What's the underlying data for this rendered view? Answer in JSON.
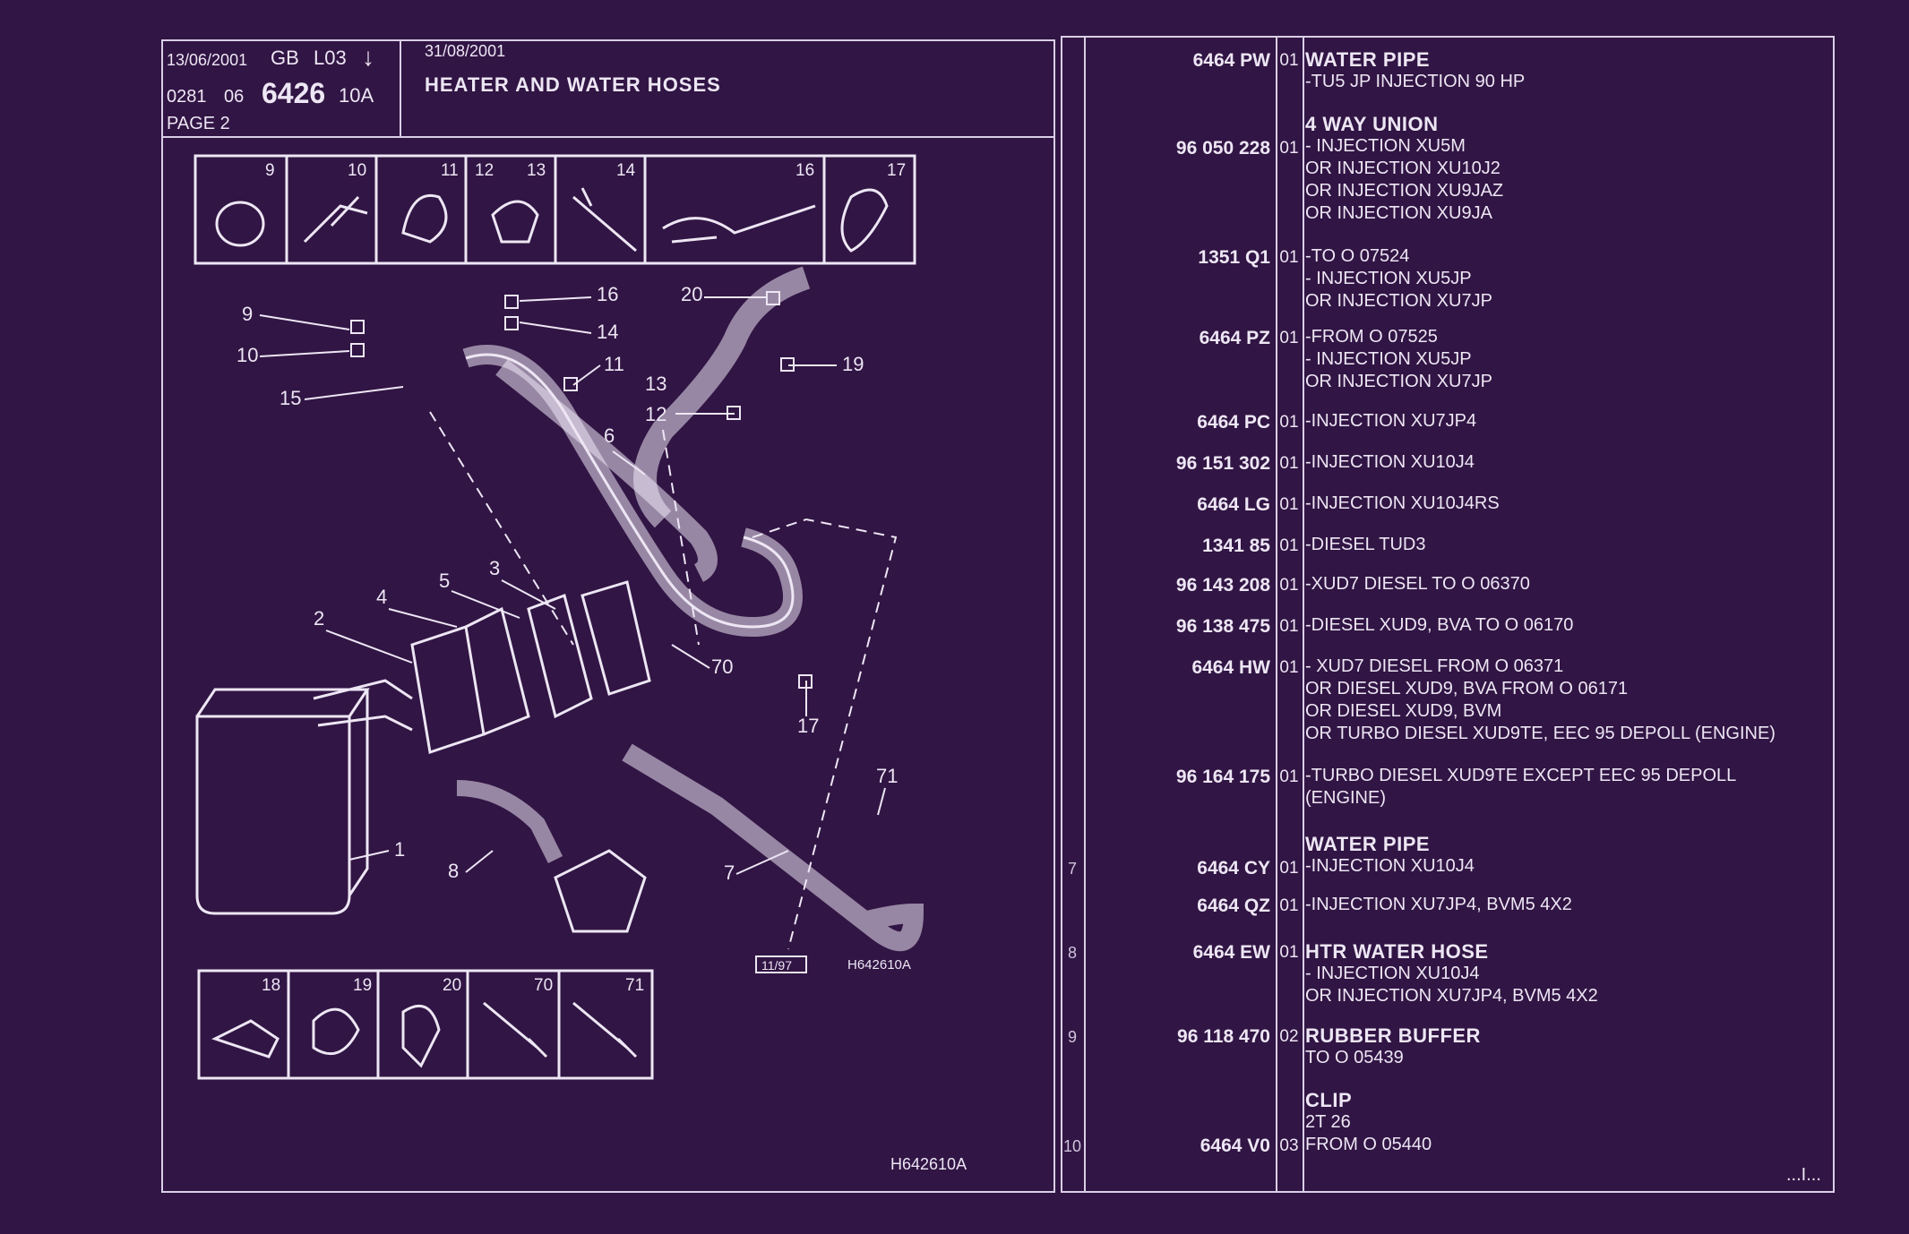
{
  "header": {
    "date1": "13/06/2001",
    "lang": "GB",
    "level": "L03",
    "arrow": "↓",
    "code1": "0281",
    "code2": "06",
    "group": "6426",
    "rev": "10A",
    "page": "PAGE  2",
    "date2": "31/08/2001",
    "title": "HEATER AND WATER HOSES"
  },
  "diagram": {
    "ref_code": "H642610A",
    "ref_code_bottom": "H642610A",
    "date_box": "11/97",
    "callouts": [
      "1",
      "2",
      "3",
      "4",
      "5",
      "6",
      "7",
      "8",
      "9",
      "10",
      "11",
      "12",
      "13",
      "14",
      "15",
      "16",
      "17",
      "18",
      "19",
      "20",
      "70",
      "71"
    ]
  },
  "parts": [
    {
      "ref": "",
      "part_no": "6464 PW",
      "qty": "01",
      "lines": [
        {
          "t": "WATER PIPE",
          "h": true
        },
        {
          "t": "-TU5 JP INJECTION 90 HP"
        }
      ]
    },
    {
      "ref": "",
      "part_no": "96 050 228",
      "qty": "01",
      "lines": [
        {
          "t": "4 WAY UNION",
          "h": true
        },
        {
          "t": "-    INJECTION XU5M"
        },
        {
          "t": "OR INJECTION XU10J2"
        },
        {
          "t": "OR INJECTION XU9JAZ"
        },
        {
          "t": "OR INJECTION XU9JA"
        }
      ]
    },
    {
      "ref": "",
      "part_no": "1351 Q1",
      "qty": "01",
      "lines": [
        {
          "t": "-TO  O  07524"
        },
        {
          "t": "-    INJECTION XU5JP"
        },
        {
          "t": "OR INJECTION XU7JP"
        }
      ]
    },
    {
      "ref": "",
      "part_no": "6464 PZ",
      "qty": "01",
      "lines": [
        {
          "t": "-FROM  O  07525"
        },
        {
          "t": "-    INJECTION XU5JP"
        },
        {
          "t": "OR INJECTION XU7JP"
        }
      ]
    },
    {
      "ref": "",
      "part_no": "6464 PC",
      "qty": "01",
      "lines": [
        {
          "t": "-INJECTION XU7JP4"
        }
      ]
    },
    {
      "ref": "",
      "part_no": "96 151 302",
      "qty": "01",
      "lines": [
        {
          "t": "-INJECTION XU10J4"
        }
      ]
    },
    {
      "ref": "",
      "part_no": "6464 LG",
      "qty": "01",
      "lines": [
        {
          "t": "-INJECTION XU10J4RS"
        }
      ]
    },
    {
      "ref": "",
      "part_no": "1341 85",
      "qty": "01",
      "lines": [
        {
          "t": "-DIESEL TUD3"
        }
      ]
    },
    {
      "ref": "",
      "part_no": "96 143 208",
      "qty": "01",
      "lines": [
        {
          "t": "-XUD7 DIESEL TO  O  06370"
        }
      ]
    },
    {
      "ref": "",
      "part_no": "96 138 475",
      "qty": "01",
      "lines": [
        {
          "t": "-DIESEL XUD9, BVA TO  O  06170"
        }
      ]
    },
    {
      "ref": "",
      "part_no": "6464 HW",
      "qty": "01",
      "lines": [
        {
          "t": "-     XUD7 DIESEL FROM  O  06371"
        },
        {
          "t": "OR DIESEL XUD9, BVA FROM  O  06171"
        },
        {
          "t": "OR DIESEL XUD9, BVM"
        },
        {
          "t": "OR TURBO DIESEL XUD9TE, EEC 95 DEPOLL (ENGINE)"
        }
      ]
    },
    {
      "ref": "",
      "part_no": "96 164 175",
      "qty": "01",
      "lines": [
        {
          "t": "-TURBO DIESEL XUD9TE EXCEPT  EEC 95 DEPOLL"
        },
        {
          "t": "(ENGINE)"
        }
      ]
    },
    {
      "ref": "7",
      "part_no": "6464 CY",
      "qty": "01",
      "lines": [
        {
          "t": "WATER PIPE",
          "h": true
        },
        {
          "t": "-INJECTION XU10J4"
        }
      ]
    },
    {
      "ref": "",
      "part_no": "6464 QZ",
      "qty": "01",
      "lines": [
        {
          "t": "-INJECTION XU7JP4, BVM5 4X2"
        }
      ]
    },
    {
      "ref": "8",
      "part_no": "6464 EW",
      "qty": "01",
      "lines": [
        {
          "t": "HTR WATER HOSE",
          "h": true
        },
        {
          "t": "-     INJECTION XU10J4"
        },
        {
          "t": "OR INJECTION XU7JP4, BVM5 4X2"
        }
      ]
    },
    {
      "ref": "9",
      "part_no": "96 118 470",
      "qty": "02",
      "lines": [
        {
          "t": "RUBBER BUFFER",
          "h": true
        },
        {
          "t": "TO  O  05439"
        }
      ]
    },
    {
      "ref": "10",
      "part_no": "6464 V0",
      "qty": "03",
      "lines": [
        {
          "t": "CLIP",
          "h": true
        },
        {
          "t": "2T 26"
        },
        {
          "t": "FROM  O  05440"
        }
      ]
    }
  ],
  "continued": "...I..."
}
